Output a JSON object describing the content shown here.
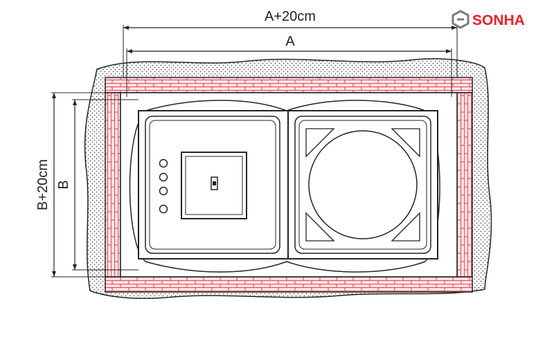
{
  "brand": {
    "name": "SONHA",
    "color": "#e8202a",
    "mark_color": "#7a7a7a"
  },
  "dimensions": {
    "outer_width_label": "A+20cm",
    "inner_width_label": "A",
    "outer_height_label": "B+20cm",
    "inner_height_label": "B"
  },
  "colors": {
    "line": "#222222",
    "brick": "#e8505a",
    "brick_fill": "#fde7e8",
    "gravel_dot": "#555555"
  },
  "parts": [
    {
      "id": "control-basin",
      "controls": [
        "knob",
        "knob",
        "knob",
        "knob"
      ]
    },
    {
      "id": "sink-basin",
      "drain": "circular-strainer"
    }
  ]
}
